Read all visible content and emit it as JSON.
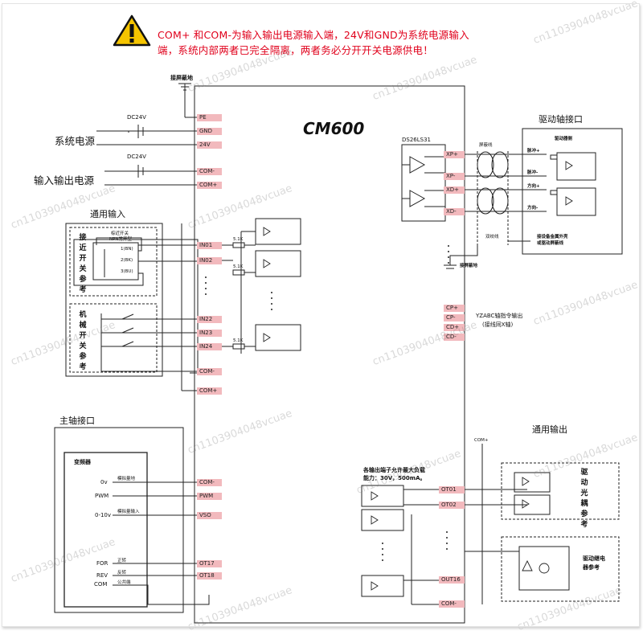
{
  "warning": {
    "line1": "COM+ 和COM-为输入输出电源输入端，24V和GND为系统电源输入",
    "line2": "端，系统内部两者已完全隔离，两者务必分开开关电源供电！"
  },
  "controller": {
    "model": "CM600"
  },
  "labels": {
    "shield_ground_top": "接屏蔽地",
    "dc24v_1": "DC24V",
    "dc24v_2": "DC24V",
    "system_power": "系统电源",
    "io_power": "输入输出电源",
    "general_input": "通用输入",
    "proximity_switch": "接近开关参考",
    "mechanical_switch": "机械开关参考",
    "prox_note_1": "棕近开关",
    "prox_note_2": "NPN常开型",
    "prox_brown": "1(BN)",
    "prox_black": "2(BK)",
    "prox_blue": "3(BU)",
    "resistor_1": "5.1K",
    "resistor_2": "5.1K",
    "resistor_3": "5.1K",
    "ds26": "DS26LS31",
    "shield_wire": "屏蔽线",
    "twisted_pair": "双绞线",
    "shield_ground_right": "接屏蔽地",
    "drive_axis_port": "驱动轴接口",
    "driver_side": "驱动器侧",
    "pulse_plus": "脉冲+",
    "pulse_minus": "脉冲-",
    "dir_plus": "方向+",
    "dir_minus": "方向-",
    "shield_note_1": "接设备金属外壳",
    "shield_note_2": "或驱动屏蔽线",
    "yzabc_1": "YZABC轴指令输出",
    "yzabc_2": "(接线同X轴)",
    "spindle_port": "主轴接口",
    "vfd": "变频器",
    "v0": "0v",
    "pwm": "PWM",
    "v010": "0-10v",
    "for": "FOR",
    "rev": "REV",
    "com": "COM",
    "analog_gnd": "模拟量地",
    "analog_in": "模拟量输入",
    "forward": "正转",
    "reverse": "反转",
    "common": "公共端",
    "general_output": "通用输出",
    "com_plus_out": "COM+",
    "out_note_1": "各输出端子允许最大负载",
    "out_note_2": "能力：30V，500mA。",
    "drive_opto": "驱动光耦参考",
    "drive_relay": "驱动继电器参考"
  },
  "pins_left": [
    "PE",
    "GND",
    "24V",
    "COM-",
    "COM+",
    "IN01",
    "IN02",
    "IN22",
    "IN23",
    "IN24",
    "COM-",
    "COM+",
    "COM-",
    "PWM",
    "VSO",
    "OT17",
    "OT18"
  ],
  "pins_right": [
    "XP+",
    "XP-",
    "XD+",
    "XD-",
    "CP+",
    "CP-",
    "CD+",
    "CD-",
    "OT01",
    "OT02",
    "OUT16",
    "COM-"
  ],
  "watermark": "cn1103904048vcuae"
}
